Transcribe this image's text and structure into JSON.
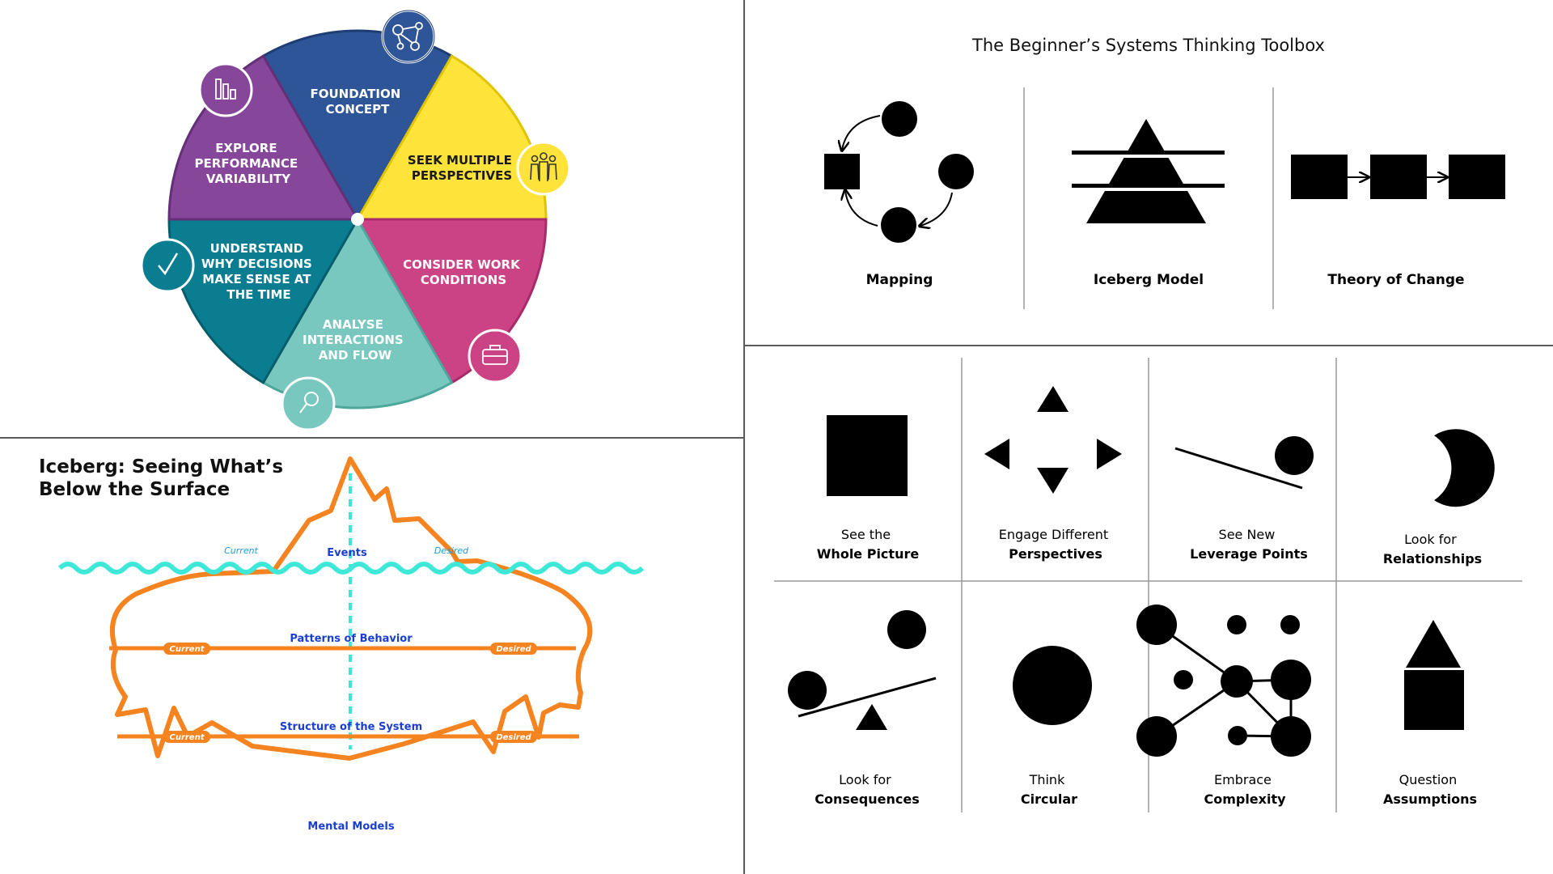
{
  "wheel": {
    "segments": [
      {
        "label": "FOUNDATION CONCEPT",
        "color": "#2e5597",
        "icon": "network-icon"
      },
      {
        "label": "SEEK MULTIPLE PERSPECTIVES",
        "color": "#fde33a",
        "icon": "people-group-icon"
      },
      {
        "label": "CONSIDER WORK CONDITIONS",
        "color": "#cb4385",
        "icon": "toolbox-icon"
      },
      {
        "label": "ANALYSE INTERACTIONS AND FLOW",
        "color": "#79c8bf",
        "icon": "magnifier-icon"
      },
      {
        "label": "UNDERSTAND WHY DECISIONS MAKE SENSE AT THE TIME",
        "color": "#0b7d91",
        "icon": "checkmark-icon"
      },
      {
        "label": "EXPLORE PERFORMANCE VARIABILITY",
        "color": "#86479a",
        "icon": "bar-chart-icon"
      }
    ],
    "lines": {
      "foundation": [
        "FOUNDATION",
        "CONCEPT"
      ],
      "perspectives": [
        "SEEK MULTIPLE",
        "PERSPECTIVES"
      ],
      "work": [
        "CONSIDER WORK",
        "CONDITIONS"
      ],
      "interactions": [
        "ANALYSE",
        "INTERACTIONS",
        "AND FLOW"
      ],
      "decisions": [
        "UNDERSTAND",
        "WHY DECISIONS",
        "MAKE SENSE AT",
        "THE TIME"
      ],
      "variability": [
        "EXPLORE",
        "PERFORMANCE",
        "VARIABILITY"
      ]
    }
  },
  "iceberg": {
    "title": [
      "Iceberg: Seeing What’s",
      "Below the Surface"
    ],
    "levels": {
      "events": "Events",
      "patterns": "Patterns of Behavior",
      "structure": "Structure of the System",
      "models": "Mental Models"
    },
    "tags": {
      "current": "Current",
      "desired": "Desired"
    },
    "colors": {
      "ice": "#f5831f",
      "water": "#3ee8d8",
      "label": "#1a3fd0",
      "tag": "#1f9bd8"
    }
  },
  "toolbox": {
    "title": "The Beginner’s Systems Thinking Toolbox",
    "tools": [
      {
        "label": "Mapping"
      },
      {
        "label": "Iceberg Model"
      },
      {
        "label": "Theory of Change"
      }
    ]
  },
  "principles": [
    {
      "top": "See the",
      "bottom": "Whole Picture"
    },
    {
      "top": "Engage Different",
      "bottom": "Perspectives"
    },
    {
      "top": "See New",
      "bottom": "Leverage Points"
    },
    {
      "top": "Look for",
      "bottom": "Relationships"
    },
    {
      "top": "Look for",
      "bottom": "Consequences"
    },
    {
      "top": "Think",
      "bottom": "Circular"
    },
    {
      "top": "Embrace",
      "bottom": "Complexity"
    },
    {
      "top": "Question",
      "bottom": "Assumptions"
    }
  ]
}
